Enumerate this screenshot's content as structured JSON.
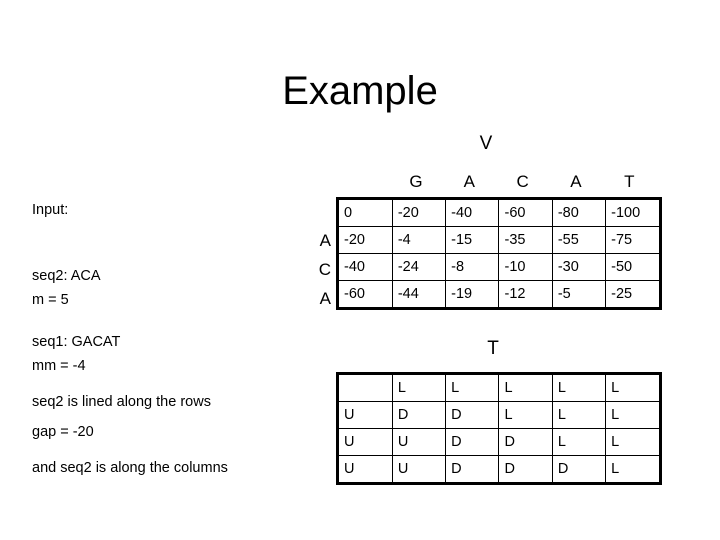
{
  "slide": {
    "title": "Example"
  },
  "input_block": {
    "lines": [
      "Input:",
      "seq2: ACA",
      "seq1: GACAT"
    ]
  },
  "params_block": {
    "lines": [
      "m = 5",
      "mm = -4",
      "gap = -20"
    ]
  },
  "note_block": {
    "lines": [
      "seq2 is lined along the rows",
      "and seq2 is along the columns"
    ]
  },
  "matrix_v": {
    "label": "V",
    "column_headers": [
      "",
      "G",
      "A",
      "C",
      "A",
      "T"
    ],
    "row_labels": [
      "",
      "A",
      "C",
      "A"
    ],
    "rows": [
      [
        "0",
        "-20",
        "-40",
        "-60",
        "-80",
        "-100"
      ],
      [
        "-20",
        "-4",
        "-15",
        "-35",
        "-55",
        "-75"
      ],
      [
        "-40",
        "-24",
        "-8",
        "-10",
        "-30",
        "-50"
      ],
      [
        "-60",
        "-44",
        "-19",
        "-12",
        "-5",
        "-25"
      ]
    ]
  },
  "matrix_t": {
    "label": "T",
    "rows": [
      [
        "",
        "L",
        "L",
        "L",
        "L",
        "L"
      ],
      [
        "U",
        "D",
        "D",
        "L",
        "L",
        "L"
      ],
      [
        "U",
        "U",
        "D",
        "D",
        "L",
        "L"
      ],
      [
        "U",
        "U",
        "D",
        "D",
        "D",
        "L"
      ]
    ]
  },
  "colors": {
    "background": "#ffffff",
    "text": "#000000",
    "border": "#000000"
  }
}
